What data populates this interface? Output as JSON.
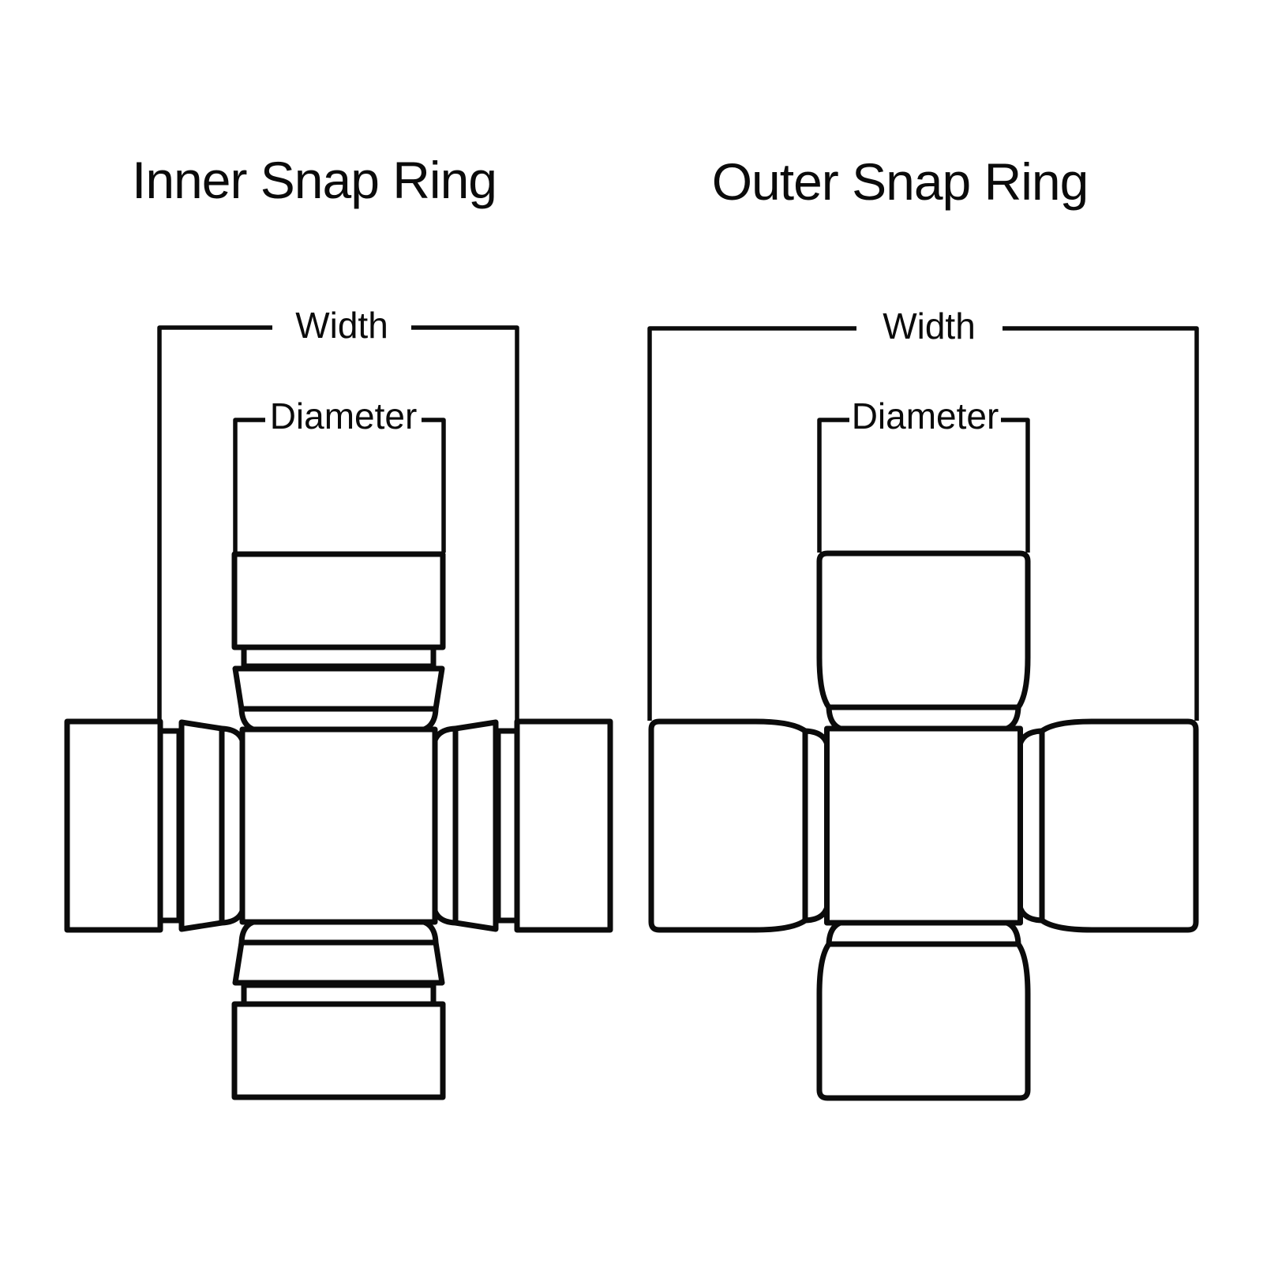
{
  "canvas": {
    "background": "#ffffff",
    "line_color": "#0b0b0b"
  },
  "diagrams": {
    "inner": {
      "title": "Inner Snap Ring",
      "width_label": "Width",
      "diameter_label": "Diameter"
    },
    "outer": {
      "title": "Outer Snap Ring",
      "width_label": "Width",
      "diameter_label": "Diameter"
    }
  }
}
